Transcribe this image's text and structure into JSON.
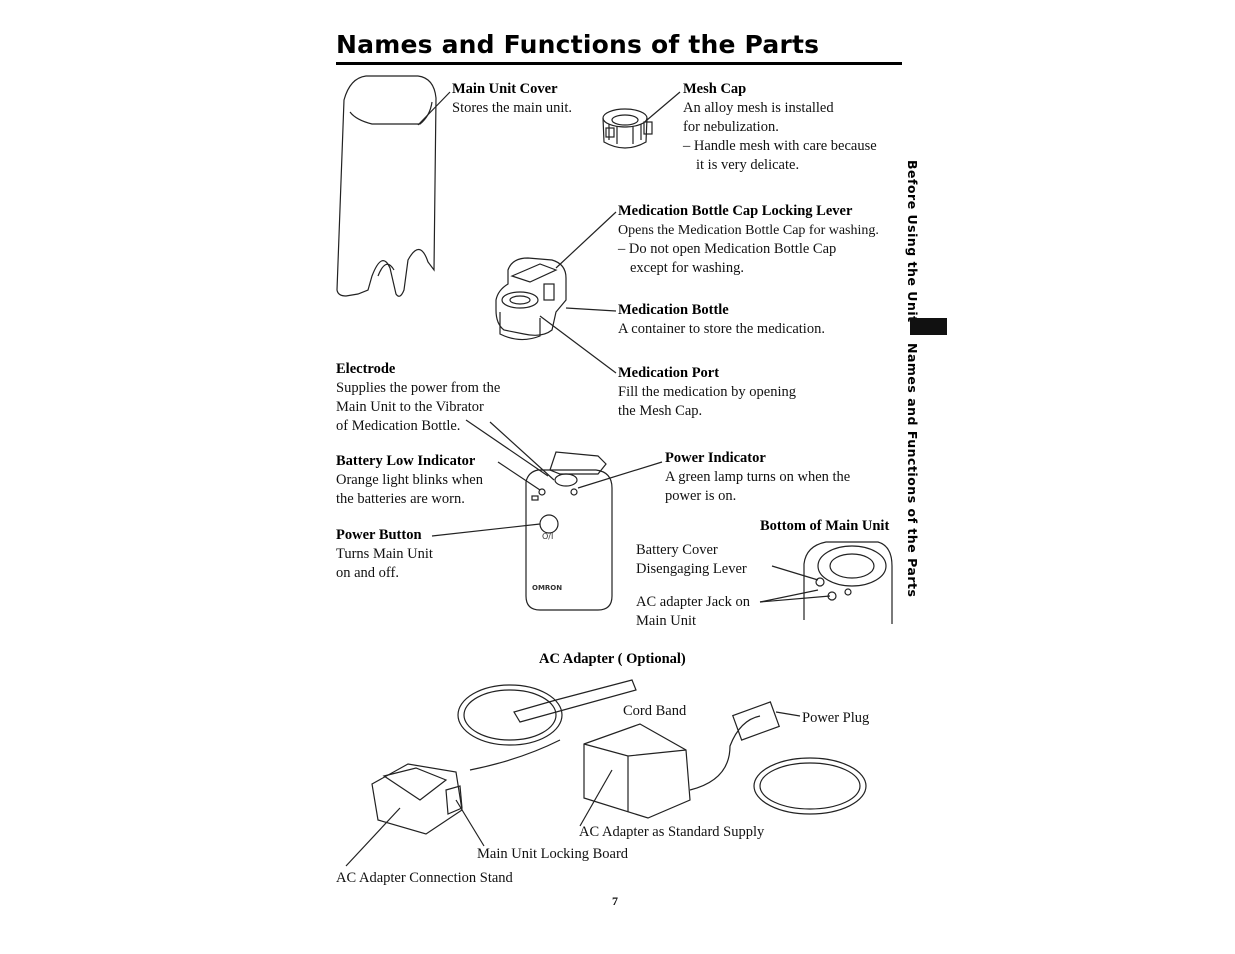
{
  "page": {
    "title": "Names and Functions of the Parts",
    "page_number": "7",
    "sidebar": {
      "section": "Before Using the Unit",
      "subsection": "Names and Functions of the Parts"
    }
  },
  "parts": {
    "main_unit_cover": {
      "name": "Main Unit Cover",
      "desc": [
        "Stores the main unit."
      ]
    },
    "mesh_cap": {
      "name": "Mesh Cap",
      "desc": [
        "An alloy mesh is installed",
        "for nebulization.",
        "–  Handle mesh with care because",
        "it is very delicate."
      ]
    },
    "locking_lever": {
      "name": "Medication Bottle Cap Locking Lever",
      "desc": [
        "Opens the Medication Bottle Cap for washing.",
        "– Do not open Medication Bottle Cap",
        "except for washing."
      ]
    },
    "medication_bottle": {
      "name": "Medication Bottle",
      "desc": [
        "A container to store the medication."
      ]
    },
    "medication_port": {
      "name": "Medication Port",
      "desc": [
        "Fill the medication by opening",
        "the Mesh Cap."
      ]
    },
    "electrode": {
      "name": "Electrode",
      "desc": [
        "Supplies the power from the",
        "Main Unit to the Vibrator",
        "of Medication Bottle."
      ]
    },
    "battery_low": {
      "name": "Battery Low Indicator",
      "desc": [
        "Orange light blinks when",
        "the batteries are worn."
      ]
    },
    "power_indicator": {
      "name": "Power Indicator",
      "desc": [
        "A green lamp turns on when the",
        "power is on."
      ]
    },
    "power_button": {
      "name": "Power Button",
      "desc": [
        "Turns Main Unit",
        "on and off."
      ]
    },
    "bottom": {
      "heading": "Bottom of Main Unit",
      "battery_cover": [
        "Battery Cover",
        "Disengaging Lever"
      ],
      "ac_jack": [
        "AC adapter Jack on",
        "Main Unit"
      ]
    },
    "device_marks": {
      "power_symbol": "O/I",
      "brand": "OMRON"
    }
  },
  "ac_adapter": {
    "heading": "AC Adapter ( Optional)",
    "cord_band": "Cord Band",
    "power_plug": "Power Plug",
    "standard_supply": "AC Adapter as Standard Supply",
    "locking_board": "Main Unit Locking Board",
    "connection_stand": "AC Adapter Connection Stand"
  }
}
